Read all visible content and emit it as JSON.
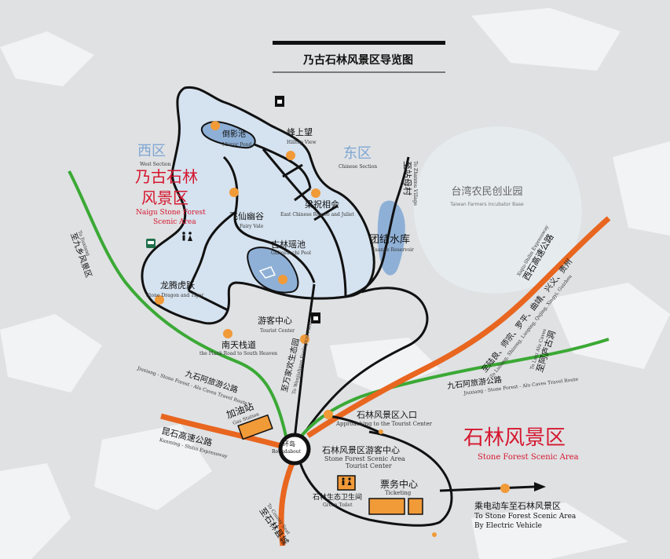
{
  "map_title": "乃古石林风景区导览图",
  "districts": {
    "west": {
      "cn": "西区",
      "en": "West Section"
    },
    "east": {
      "cn": "东区",
      "en": "Chinese Section"
    }
  },
  "naigu": {
    "cn_line1": "乃古石林",
    "cn_line2": "风景区",
    "en_line1": "Naigu Stone Forest",
    "en_line2": "Scenic Area"
  },
  "stone_forest": {
    "cn": "石林风景区",
    "en": "Stone Forest Scenic Area"
  },
  "spots": {
    "mirror_pond": {
      "cn": "倒影池",
      "en": "Mirror Pond"
    },
    "hilltop_view": {
      "cn": "峰上望",
      "en": "Hilltop View"
    },
    "romeo_juliet": {
      "cn": "梁祝相会",
      "en": "East Chinese Romeo and Juliet"
    },
    "fairy_vale": {
      "cn": "飞仙幽谷",
      "en": "Fairy Vale"
    },
    "gulin_pool": {
      "cn": "古林瑶池",
      "en": "Gulinyaochi Pool"
    },
    "dragon_tiger": {
      "cn": "龙腾虎跃",
      "en": "Stone Dragon and Tiger"
    },
    "tourist_center": {
      "cn": "游客中心",
      "en": "Tourist Center"
    },
    "south_heaven": {
      "cn": "南天栈道",
      "en": "the Plank Road to South Heaven"
    },
    "tuanjie_reservoir": {
      "cn": "团结水库",
      "en": "Tuanjie Reservoir"
    },
    "taiwan_base": {
      "cn": "台湾农民创业园",
      "en": "Taiwan Farmers Incubator Base"
    }
  },
  "roads": {
    "zhanmu": {
      "cn": "至站母村",
      "en": "To Zhanmu Village"
    },
    "jiuxiang": {
      "cn": "至九乡风景区",
      "en": "To Jiuxiang"
    },
    "xishi": {
      "cn": "西石高速公路",
      "en": "Xiqiu-Shilin Expressway"
    },
    "luliang": {
      "cn": "至陆良、师宗、罗平、曲靖、兴义、贵州",
      "en": "To Luliang, Shizong, Luoping, Qujing, Xingyi, Guizhou"
    },
    "wanjiahuan": {
      "cn": "至万家欢生态园",
      "en": "To Wanjiahuan Ecological Farm"
    },
    "jiushi": {
      "cn": "九石阿旅游公路",
      "en": "Jiuxiang - Stone Forest - Alu Caves Travel Route"
    },
    "alu_caves_to": {
      "cn": "至阿庐古洞",
      "en": "To Luxi Alu Caves"
    },
    "jiushi_east": {
      "cn": "九石阿旅游公路",
      "en": "Jiuxiang - Stone Forest - Alu Caves Travel Route"
    },
    "kunshi": {
      "cn": "昆石高速公路",
      "en": "Kunming - Shilin Expressway"
    },
    "county": {
      "cn": "至石林县城",
      "en": "To County Seat"
    }
  },
  "facilities": {
    "gas": {
      "cn": "加油站",
      "en": "Gas Station"
    },
    "roundabout": {
      "cn": "环岛",
      "en": "Roundabout"
    },
    "entrance": {
      "cn": "石林风景区入口",
      "en": "Approaching to the Tourist Center"
    },
    "sf_center": {
      "cn": "石林风景区游客中心",
      "en_line1": "Stone Forest Scenic Area",
      "en_line2": "Tourist Center"
    },
    "ticketing": {
      "cn": "票务中心",
      "en": "Ticketing"
    },
    "toilet": {
      "cn": "石林生态卫生间",
      "en": "Green Toilet"
    },
    "electric": {
      "cn": "乘电动车至石林风景区",
      "en_line1": "To Stone Forest Scenic Area",
      "en_line2": "By Electric Vehicle"
    }
  },
  "colors": {
    "background": "#dfe1e3",
    "scenic_area_fill": "#d5e2ef",
    "water": "#8fb0d6",
    "expressway": "#e8661f",
    "travel_road": "#3ba935",
    "poi": "#f19a38",
    "title_red": "#d5172f",
    "district_blue": "#7fa6d3",
    "ink": "#1a1a1a"
  },
  "icons": [
    "camera-icon",
    "restroom-icon",
    "parking-bus-icon",
    "arrow-right-icon"
  ]
}
